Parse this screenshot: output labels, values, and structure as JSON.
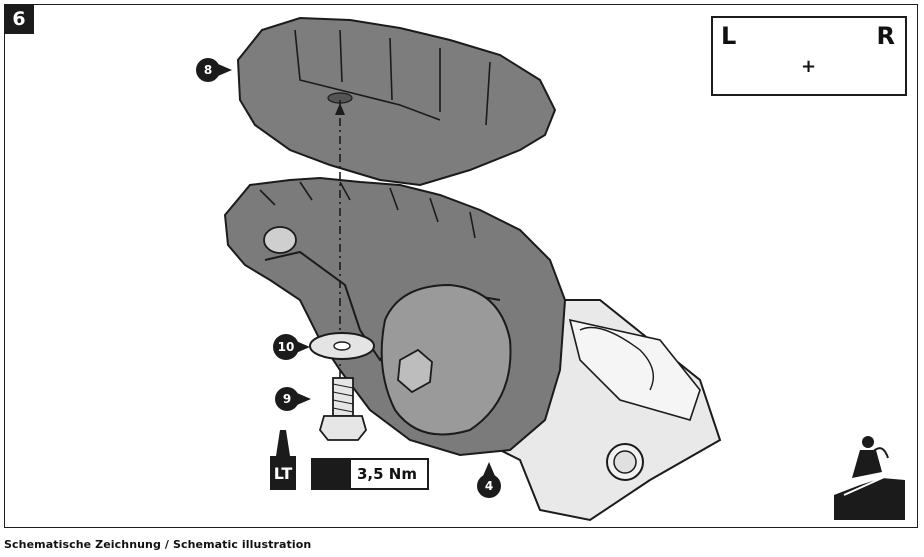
{
  "step_number": "6",
  "caption": "Schematische Zeichnung / Schematic illustration",
  "side_indicator": {
    "left": "L",
    "right": "R",
    "plus": "+"
  },
  "callouts": [
    "8",
    "10",
    "9",
    "4"
  ],
  "loctite_label": "LT",
  "torque": "3,5 Nm"
}
